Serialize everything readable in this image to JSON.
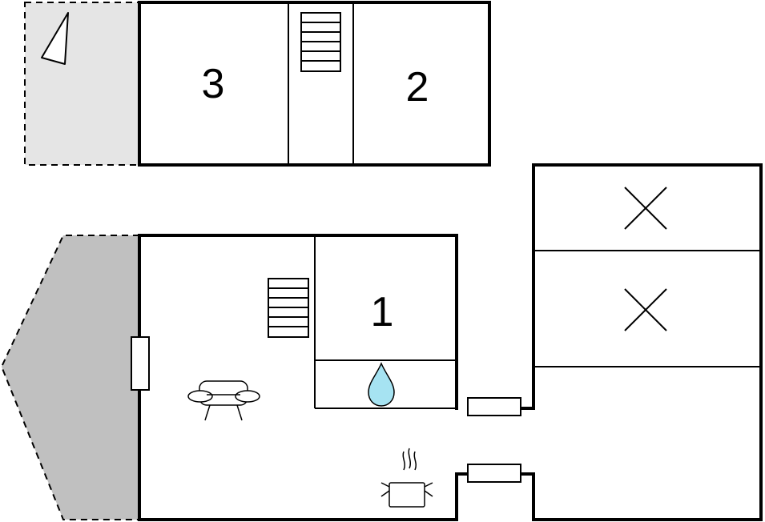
{
  "floor_plan": {
    "upper_floor": {
      "rooms": [
        {
          "label": "3"
        },
        {
          "label": "2"
        }
      ],
      "features": [
        "stair-icon",
        "balcony-area",
        "roof-window-icon"
      ]
    },
    "ground_floor": {
      "rooms": [
        {
          "label": "1"
        }
      ],
      "features": [
        "stair-icon",
        "window-icon",
        "sofa-icon",
        "water-drop-icon",
        "cooking-pot-icon",
        "door-icon",
        "door-icon",
        "terrace-area",
        "cross-mark-icon",
        "cross-mark-icon"
      ]
    },
    "colors": {
      "wall": "#000000",
      "balcony_fill": "#e5e5e5",
      "terrace_fill": "#c0c0c0",
      "water_fill": "#a6e3f2",
      "background": "#ffffff"
    }
  }
}
